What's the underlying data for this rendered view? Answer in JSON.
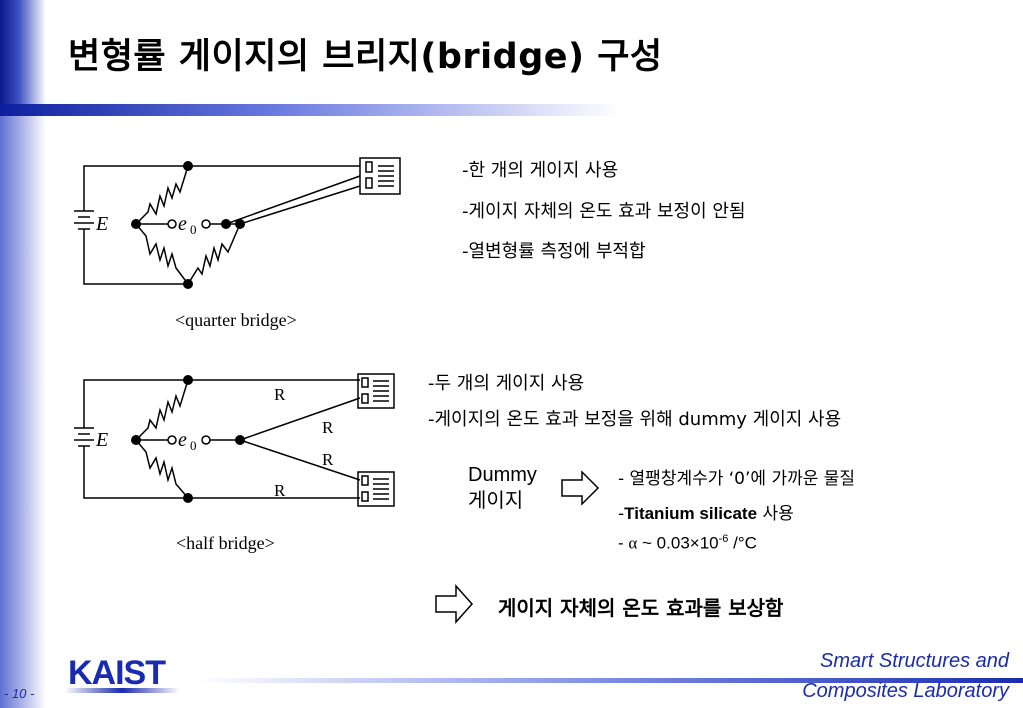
{
  "title": "변형률 게이지의 브리지(bridge) 구성",
  "quarter": {
    "caption": "<quarter bridge>",
    "source_label": "E",
    "output_label": "e",
    "output_sub": "0",
    "bullets": [
      "-한 개의 게이지 사용",
      "-게이지 자체의 온도 효과 보정이 안됨",
      "-열변형률 측정에 부적합"
    ]
  },
  "half": {
    "caption": "<half bridge>",
    "source_label": "E",
    "output_label": "e",
    "output_sub": "0",
    "resistor_label": "R",
    "bullets": [
      "-두 개의 게이지 사용",
      "-게이지의 온도 효과 보정을 위해 dummy 게이지 사용"
    ]
  },
  "dummy": {
    "label_line1": "Dummy",
    "label_line2": "게이지",
    "item1": "- 열팽창계수가 ‘0’에 가까운 물질",
    "item2_prefix": "-",
    "item2_bold": "Titanium silicate",
    "item2_suffix": " 사용",
    "item3_prefix": "- ",
    "item3_alpha": "α",
    "item3_mid": " ~ 0.03×10",
    "item3_exp": "-6",
    "item3_unit": " /°C"
  },
  "conclusion": "게이지 자체의 온도 효과를 보상함",
  "footer": {
    "page": "- 10 -",
    "logo": "KAIST",
    "lab_line1": "Smart Structures and",
    "lab_line2": "Composites Laboratory"
  },
  "colors": {
    "accent": "#1a2bb0",
    "title_bar_dark": "#0b1a8a"
  }
}
